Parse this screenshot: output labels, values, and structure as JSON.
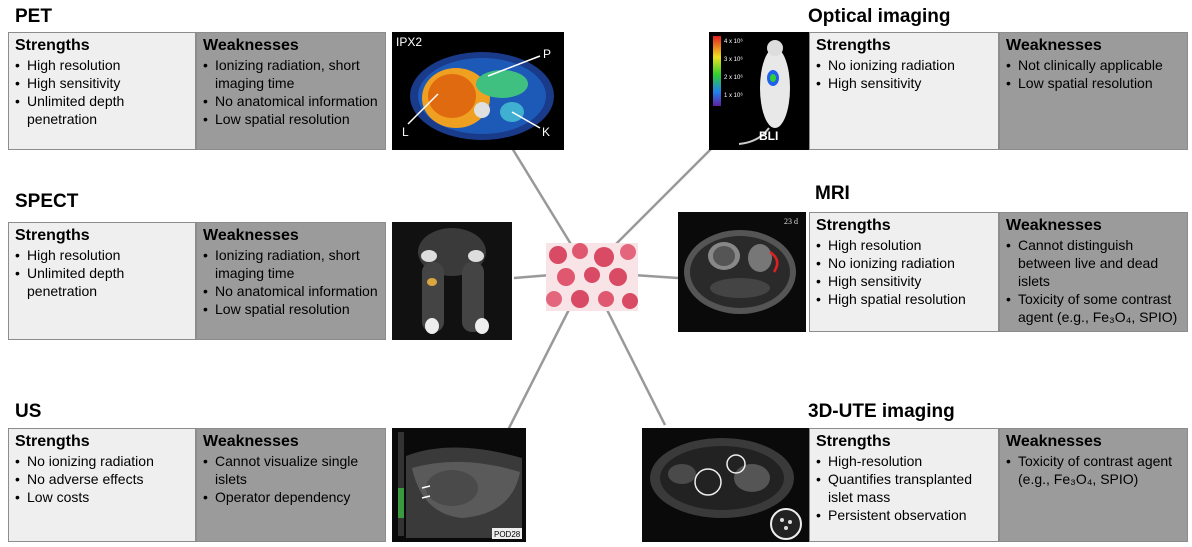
{
  "panels": {
    "pet": {
      "title": "PET",
      "strengths": {
        "heading": "Strengths",
        "items": [
          "High resolution",
          "High sensitivity",
          "Unlimited depth penetration"
        ]
      },
      "weaknesses": {
        "heading": "Weaknesses",
        "items": [
          "Ionizing radiation, short imaging time",
          "No anatomical information",
          "Low spatial resolution"
        ]
      },
      "image_labels": {
        "tag": "IPX2",
        "p": "P",
        "l": "L",
        "k": "K"
      }
    },
    "spect": {
      "title": "SPECT",
      "strengths": {
        "heading": "Strengths",
        "items": [
          "High resolution",
          "Unlimited depth penetration"
        ]
      },
      "weaknesses": {
        "heading": "Weaknesses",
        "items": [
          "Ionizing radiation, short imaging time",
          "No anatomical information",
          "Low spatial resolution"
        ]
      }
    },
    "us": {
      "title": "US",
      "strengths": {
        "heading": "Strengths",
        "items": [
          "No ionizing radiation",
          "No adverse effects",
          "Low costs"
        ]
      },
      "weaknesses": {
        "heading": "Weaknesses",
        "items": [
          "Cannot visualize single islets",
          "Operator dependency"
        ]
      },
      "image_labels": {
        "tag": "POD28"
      }
    },
    "optical": {
      "title": "Optical imaging",
      "strengths": {
        "heading": "Strengths",
        "items": [
          "No ionizing radiation",
          "High sensitivity"
        ]
      },
      "weaknesses": {
        "heading": "Weaknesses",
        "items": [
          "Not clinically applicable",
          "Low spatial resolution"
        ]
      },
      "image_labels": {
        "tag": "BLI",
        "scale": [
          "4 x 10⁶",
          "3 x 10⁶",
          "2 x 10⁶",
          "1 x 10⁶"
        ]
      }
    },
    "mri": {
      "title": "MRI",
      "strengths": {
        "heading": "Strengths",
        "items": [
          "High resolution",
          "No ionizing radiation",
          "High sensitivity",
          "High spatial resolution"
        ]
      },
      "weaknesses": {
        "heading": "Weaknesses",
        "items": [
          "Cannot distinguish between live and dead islets",
          "Toxicity of some contrast agent (e.g., Fe₃O₄, SPIO)"
        ]
      },
      "image_labels": {
        "tag": "23 d"
      }
    },
    "ute": {
      "title": "3D-UTE imaging",
      "strengths": {
        "heading": "Strengths",
        "items": [
          "High-resolution",
          "Quantifies transplanted islet mass",
          "Persistent observation"
        ]
      },
      "weaknesses": {
        "heading": "Weaknesses",
        "items": [
          "Toxicity of contrast agent (e.g., Fe₃O₄, SPIO)"
        ]
      }
    }
  },
  "colors": {
    "strength_bg": "#efefef",
    "weakness_bg": "#9b9b9b",
    "connector": "#999999",
    "islet": "#d94a64"
  }
}
